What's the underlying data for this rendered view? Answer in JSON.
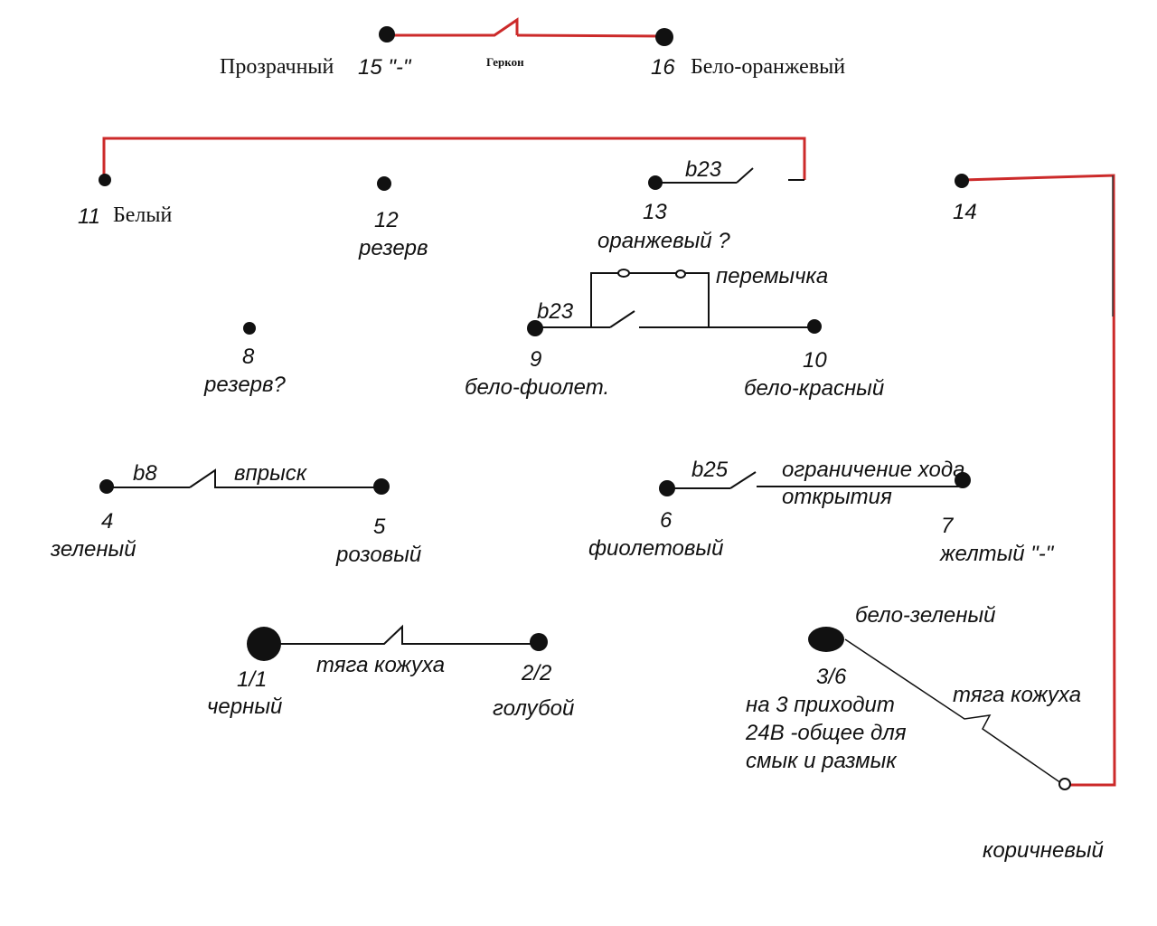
{
  "colors": {
    "wire": "#111111",
    "jumper_wire": "#cc2a2a",
    "background": "#ffffff"
  },
  "terminals": {
    "t15": {
      "number": "15 \"-\"",
      "color_name": "Прозрачный"
    },
    "t16": {
      "number": "16",
      "color_name": "Бело-оранжевый"
    },
    "t11": {
      "number": "11",
      "color_name": "Белый"
    },
    "t12": {
      "number": "12",
      "note": "резерв"
    },
    "t13": {
      "number": "13",
      "color_name": "оранжевый ?"
    },
    "t14": {
      "number": "14"
    },
    "t8": {
      "number": "8",
      "note": "резерв?"
    },
    "t9": {
      "number": "9",
      "color_name": "бело-фиолет."
    },
    "t10": {
      "number": "10",
      "color_name": "бело-красный"
    },
    "t4": {
      "number": "4",
      "color_name": "зеленый"
    },
    "t5": {
      "number": "5",
      "color_name": "розовый"
    },
    "t6": {
      "number": "6",
      "color_name": "фиолетовый"
    },
    "t7": {
      "number": "7",
      "color_name": "желтый \"-\""
    },
    "t1": {
      "number": "1/1",
      "color_name": "черный"
    },
    "t2": {
      "number": "2/2",
      "color_name": "голубой"
    },
    "t3": {
      "number": "3/6",
      "color_name": "бело-зеленый",
      "note_lines": [
        "на 3 приходит",
        "24В -общее для",
        "смык и размык"
      ]
    },
    "brown": {
      "color_name": "коричневый"
    }
  },
  "switches": {
    "reed": {
      "label": "Геркон"
    },
    "b23_top": {
      "label": "b23"
    },
    "b23_mid": {
      "label": "b23",
      "jumper_label": "перемычка"
    },
    "b8": {
      "label": "b8",
      "function": "впрыск"
    },
    "b25": {
      "label": "b25",
      "function_lines": [
        "ограничение хода",
        "открытия"
      ]
    },
    "shroud_left": {
      "function": "тяга кожуха"
    },
    "shroud_right": {
      "function": "тяга кожуха"
    }
  }
}
